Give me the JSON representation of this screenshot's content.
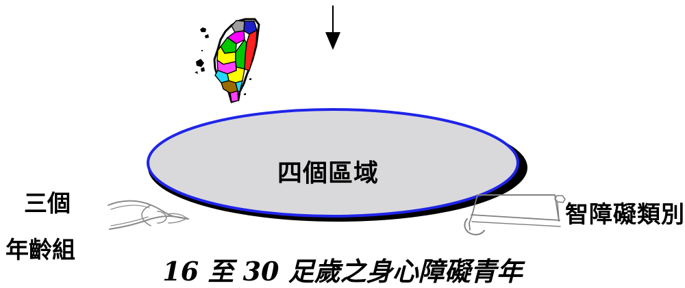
{
  "diagram": {
    "center_label": "四個區域",
    "age_groups_line1": "三個",
    "age_groups_line2": "年齡組",
    "disability_types": "智障礙類別",
    "caption": "16 至 30 足歲之身心障礙青年"
  },
  "colors": {
    "ellipse_fill": "#d9d9dc",
    "ellipse_border": "#1f24e8",
    "ellipse_shadow": "#000000",
    "map_outline": "#000000",
    "map_regions": [
      "#9e9e9e",
      "#2020c8",
      "#ff00ff",
      "#ff2020",
      "#00c800",
      "#ffff00",
      "#20d8ff",
      "#ff40ff",
      "#9b6b00"
    ]
  },
  "icons": {
    "top_arrow": "down-arrow",
    "map": "taiwan-map",
    "left_tool": "pliers",
    "right_tool": "hacksaw"
  }
}
